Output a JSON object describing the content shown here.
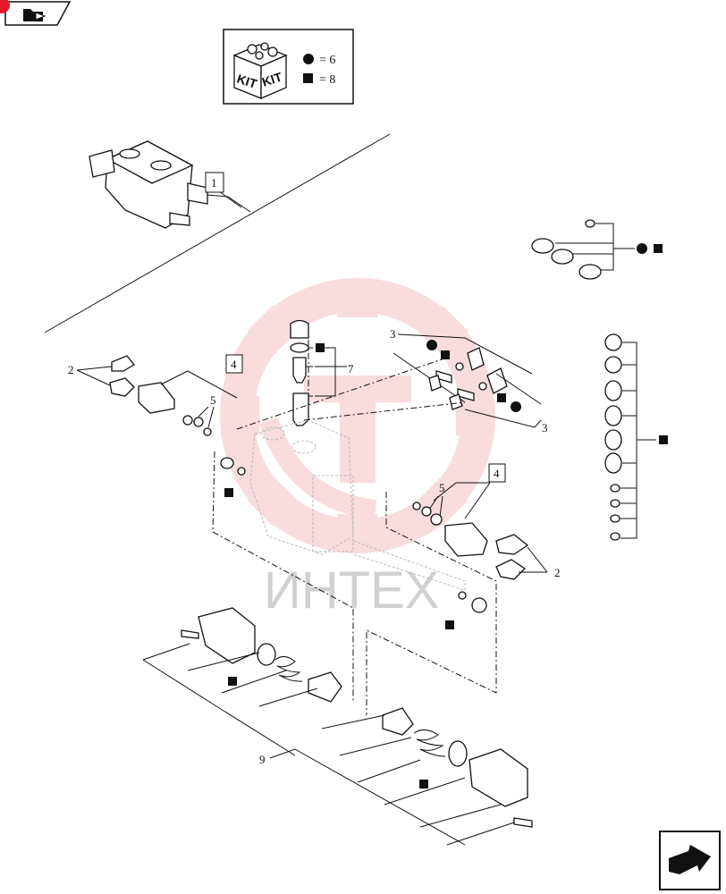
{
  "kit_legend": {
    "box_word_1": "KIT",
    "box_word_2": "KIT",
    "circle_eq": "= 6",
    "square_eq": "= 8"
  },
  "callouts": {
    "c1": "1",
    "c2_left": "2",
    "c2_right": "2",
    "c3_top": "3",
    "c3_bottom": "3",
    "c4_left": "4",
    "c4_right": "4",
    "c5_left": "5",
    "c5_right": "5",
    "c7": "7",
    "c9": "9"
  },
  "watermark": {
    "text": "ИНТЕХ",
    "color": "#e8646c"
  },
  "colors": {
    "ink": "#111111",
    "corner_badge": "#e0192b",
    "watermark_text": "#bdbdbd"
  },
  "icons": {
    "top_left_nav": "folder-arrow-icon",
    "bottom_right_nav": "return-arrow-icon"
  }
}
